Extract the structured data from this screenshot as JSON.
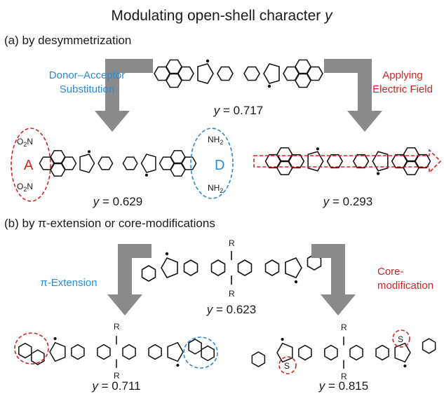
{
  "title_main": "Modulating open-shell character ",
  "title_var": "y",
  "section_a": "(a) by desymmetrization",
  "section_b": "(b) by π-extension or core-modifications",
  "labels": {
    "donor_acceptor_1": "Donor–Acceptor",
    "donor_acceptor_2": "Substitution",
    "electric_field_1": "Applying",
    "electric_field_2": "Electric Field",
    "pi_extension": "π-Extension",
    "core_mod_1": "Core-",
    "core_mod_2": "modification"
  },
  "groups": {
    "nitro_top": "O2N",
    "nitro_bottom": "O2N",
    "amine_top": "NH2",
    "amine_bottom": "NH2",
    "acceptor": "A",
    "donor": "D",
    "R_top": "R",
    "R_bottom": "R",
    "sulfur": "S"
  },
  "y_values": {
    "parent_a": "0.717",
    "da": "0.629",
    "field": "0.293",
    "parent_b": "0.623",
    "pi_ext": "0.711",
    "core": "0.815"
  },
  "y_prefix": "y",
  "y_eq": " = "
}
